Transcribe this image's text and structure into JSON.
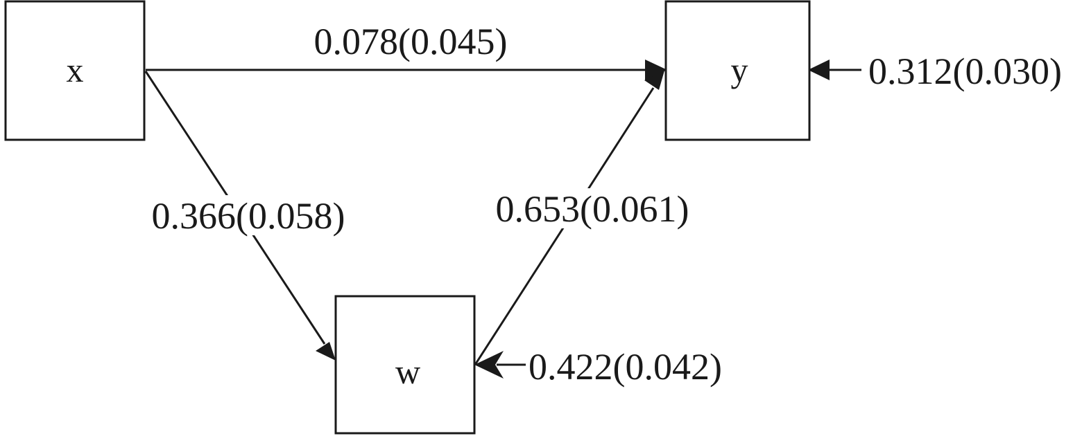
{
  "nodes": {
    "x": {
      "label": "x"
    },
    "y": {
      "label": "y"
    },
    "w": {
      "label": "w"
    }
  },
  "edges": {
    "x_to_y": {
      "from": "x",
      "to": "y",
      "label": "0.078(0.045)"
    },
    "x_to_w": {
      "from": "x",
      "to": "w",
      "label": "0.366(0.058)"
    },
    "w_to_y": {
      "from": "w",
      "to": "y",
      "label": "0.653(0.061)"
    }
  },
  "residuals": {
    "y": {
      "target": "y",
      "label": "0.312(0.030)"
    },
    "w": {
      "target": "w",
      "label": "0.422(0.042)"
    }
  }
}
